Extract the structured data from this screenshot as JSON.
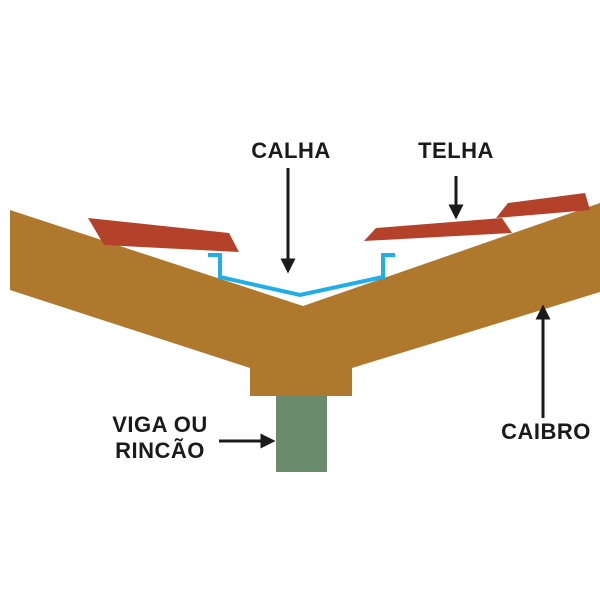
{
  "labels": {
    "calha": "CALHA",
    "telha": "TELHA",
    "viga_line1": "VIGA OU",
    "viga_line2": "RINCÃO",
    "caibro": "CAIBRO"
  },
  "colors": {
    "rafter": "#B0782C",
    "tile": "#B4412A",
    "gutter": "#21AEE6",
    "beam": "#6A8C6C",
    "arrow": "#1a1a1a",
    "background": "#ffffff"
  }
}
